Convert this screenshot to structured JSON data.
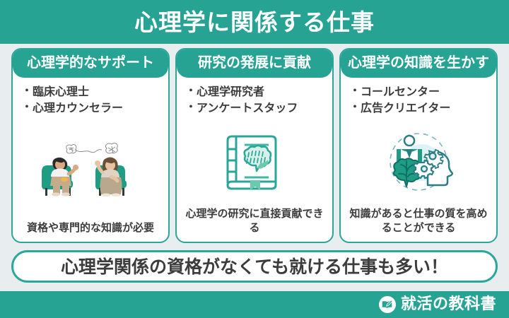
{
  "title": "心理学に関係する仕事",
  "theme": {
    "teal": "#27a394",
    "teal_border": "#2aa798",
    "background": "#e8edef",
    "text_dark": "#3c3c3c",
    "white": "#ffffff"
  },
  "cards": [
    {
      "header": "心理学的なサポート",
      "bullet": "・",
      "items": [
        "臨床心理士",
        "心理カウンセラー"
      ],
      "illustration": "counseling-session-illustration",
      "footer": "資格や専門的な知識が必要"
    },
    {
      "header": "研究の発展に貢献",
      "bullet": "・",
      "items": [
        "心理学研究者",
        "アンケートスタッフ"
      ],
      "illustration": "brain-book-icon",
      "footer": "心理学の研究に直接貢献できる"
    },
    {
      "header": "心理学の知識を生かす",
      "bullet": "・",
      "items": [
        "コールセンター",
        "広告クリエイター"
      ],
      "illustration": "head-brain-gears-icon",
      "footer": "知識があると仕事の質を高めることができる"
    }
  ],
  "banner": "心理学関係の資格がなくても就ける仕事も多い！",
  "footer": {
    "logo_icon": "open-book-pencil-icon",
    "logo_text": "就活の教科書"
  }
}
